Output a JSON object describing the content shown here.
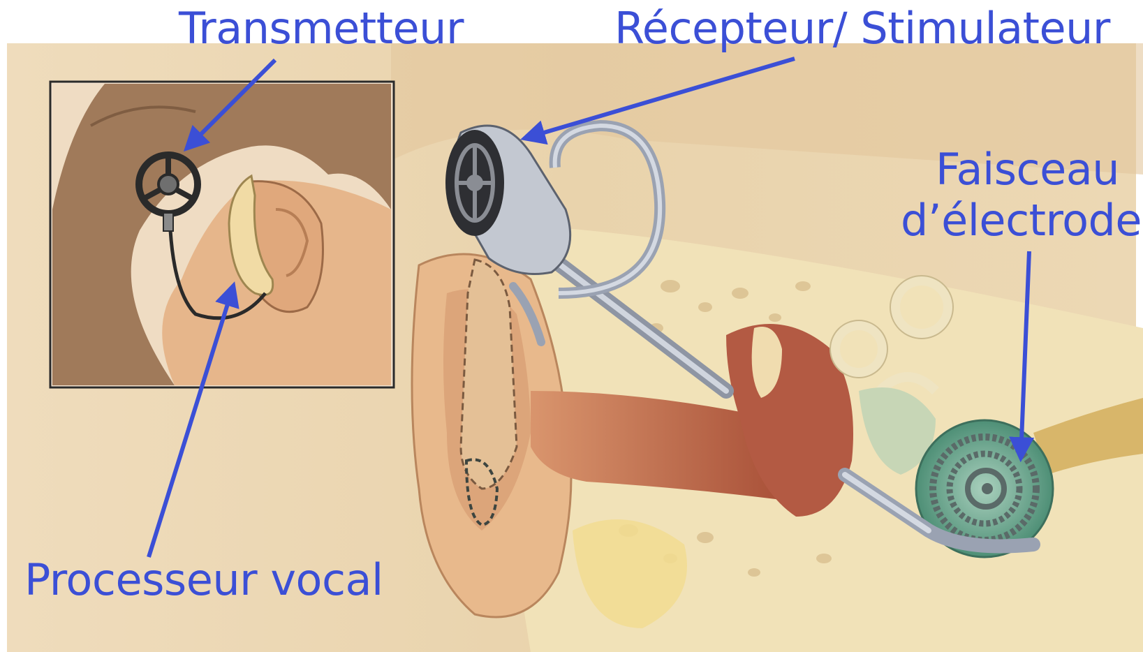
{
  "labels": {
    "transmitter": "Transmetteur",
    "receiver": "Récepteur/ Stimulateur",
    "electrode_line1": "Faisceau",
    "electrode_line2": "d’électrodes",
    "processor": "Processeur vocal"
  },
  "colors": {
    "label_text": "#3b4fd6",
    "arrow": "#3b4fd6",
    "background_tan": "#efdcb8",
    "skin": "#e8b98c",
    "hair": "#a07a5a",
    "cochlea_green": "#5f9f86",
    "device_gray": "#b8bcc4",
    "device_dark": "#2e2f33",
    "bone_cream": "#f1e2b8",
    "canal_red": "#b86048"
  },
  "icons": {
    "inset": "head-with-implant-inset",
    "illustration": "ear-cross-section-illustration"
  }
}
